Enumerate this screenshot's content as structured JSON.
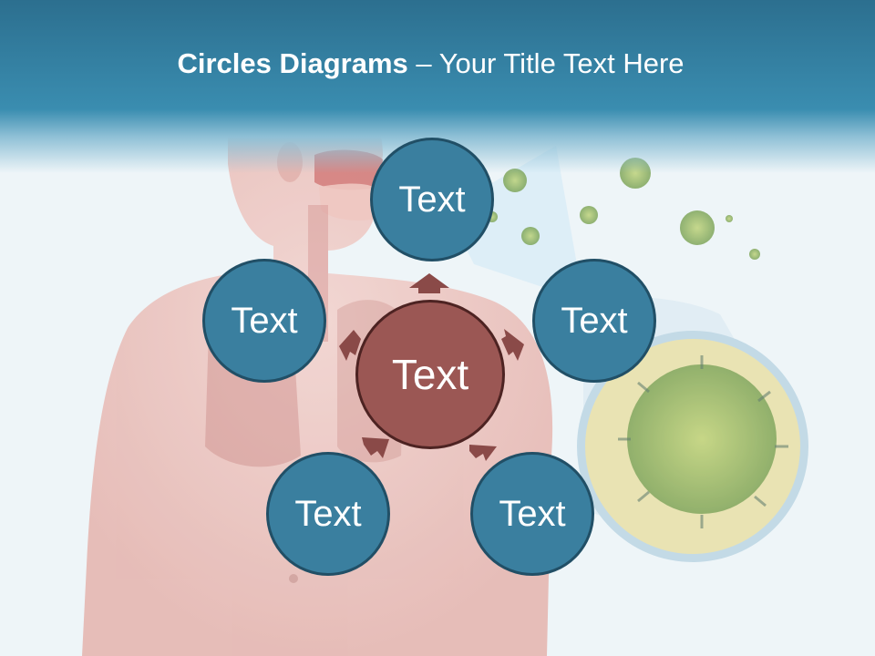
{
  "title": {
    "main": "Circles Diagrams",
    "dash": "–",
    "sub": "Your Title Text Here"
  },
  "diagram": {
    "center": {
      "label": "Text",
      "color": "#9b5754"
    },
    "nodes": [
      {
        "label": "Text",
        "position": "top"
      },
      {
        "label": "Text",
        "position": "upper-right"
      },
      {
        "label": "Text",
        "position": "lower-right"
      },
      {
        "label": "Text",
        "position": "lower-left"
      },
      {
        "label": "Text",
        "position": "upper-left"
      }
    ],
    "node_color": "#3a7f9f",
    "arrow_color": "#8a4a48"
  },
  "background": {
    "image": "human-respiratory-anatomy-illustration",
    "inset": "virus-particle-magnified-icon"
  }
}
